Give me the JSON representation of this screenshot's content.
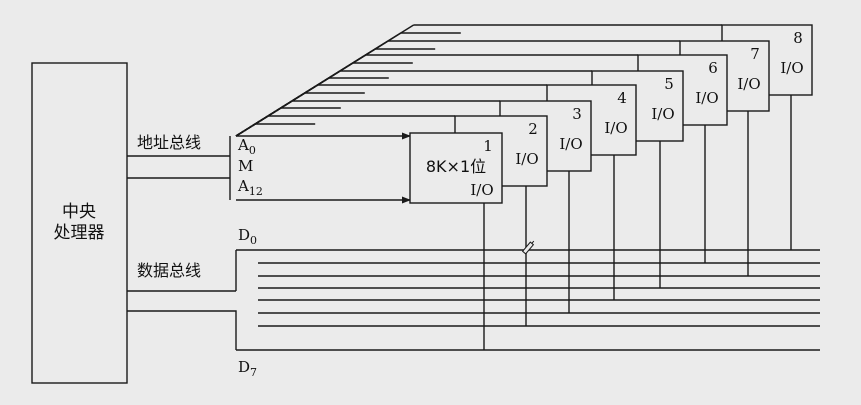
{
  "cpu": {
    "line1": "中央",
    "line2": "处理器"
  },
  "address_bus": {
    "label": "地址总线",
    "a0_main": "A",
    "a0_sub": "0",
    "m_label": "M",
    "a12_main": "A",
    "a12_sub": "12"
  },
  "data_bus": {
    "label": "数据总线",
    "d0_main": "D",
    "d0_sub": "0",
    "d7_main": "D",
    "d7_sub": "7"
  },
  "chips": [
    {
      "number": "1",
      "io": "I/O",
      "capacity": "8K×1位"
    },
    {
      "number": "2",
      "io": "I/O"
    },
    {
      "number": "3",
      "io": "I/O"
    },
    {
      "number": "4",
      "io": "I/O"
    },
    {
      "number": "5",
      "io": "I/O"
    },
    {
      "number": "6",
      "io": "I/O"
    },
    {
      "number": "7",
      "io": "I/O"
    },
    {
      "number": "8",
      "io": "I/O"
    }
  ]
}
